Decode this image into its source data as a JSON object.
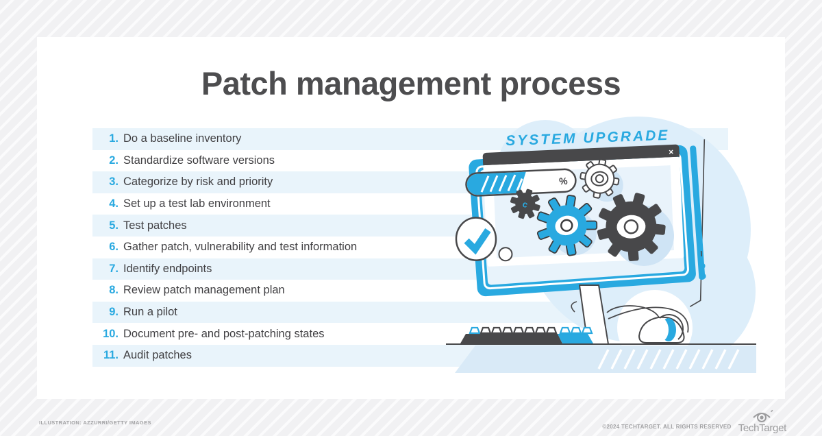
{
  "header": {
    "title": "Patch management process"
  },
  "steps": [
    {
      "n": "1.",
      "t": "Do a baseline inventory"
    },
    {
      "n": "2.",
      "t": "Standardize software versions"
    },
    {
      "n": "3.",
      "t": "Categorize by risk and priority"
    },
    {
      "n": "4.",
      "t": "Set up a test lab environment"
    },
    {
      "n": "5.",
      "t": "Test patches"
    },
    {
      "n": "6.",
      "t": "Gather patch, vulnerability and test information"
    },
    {
      "n": "7.",
      "t": "Identify endpoints"
    },
    {
      "n": "8.",
      "t": "Review patch management plan"
    },
    {
      "n": "9.",
      "t": "Run a pilot"
    },
    {
      "n": "10.",
      "t": "Document pre- and post-patching states"
    },
    {
      "n": "11.",
      "t": "Audit patches"
    }
  ],
  "illustration": {
    "screen_text": "SYSTEM UPGRADE",
    "close_label": "×",
    "percent_label": "%",
    "gear_letter": "c"
  },
  "footer": {
    "credit": "ILLUSTRATION: AZZURRI/GETTY IMAGES",
    "copyright": "©2024 TECHTARGET. ALL RIGHTS RESERVED",
    "brand": "TechTarget"
  },
  "colors": {
    "accent": "#29a9e0",
    "dark": "#4d4d4f",
    "row_alt": "#e9f4fb",
    "blob": "#ddeefa"
  }
}
